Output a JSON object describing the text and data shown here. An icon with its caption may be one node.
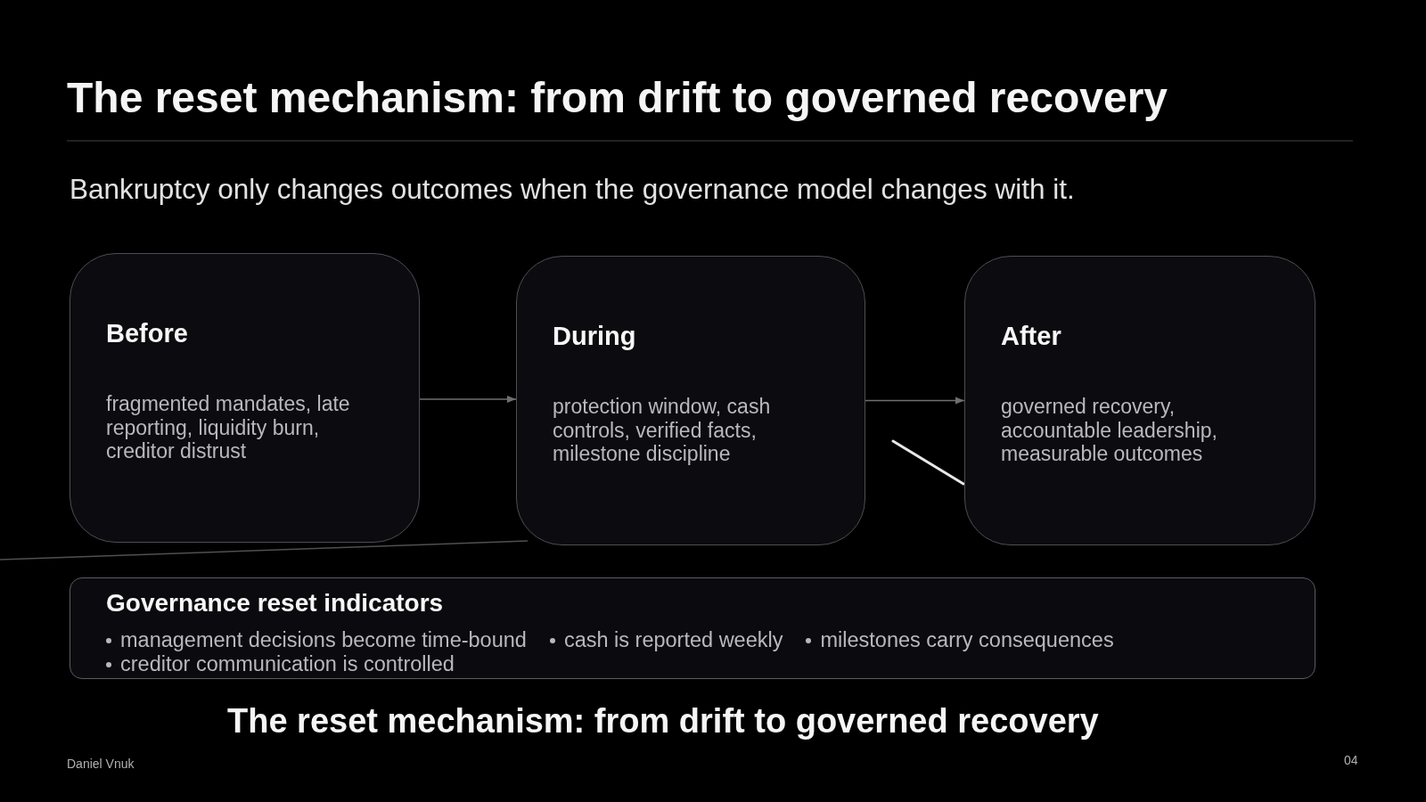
{
  "diagram": {
    "title": "The reset mechanism: from drift to governed recovery",
    "caption": "The reset mechanism: from drift to governed recovery",
    "nodes": [
      {
        "text": [
          "Before",
          "fragmented mandates, late reporting, liquidity burn, creditor distrust"
        ]
      },
      {
        "text": [
          "During",
          "protection window, cash controls, verified facts, milestone discipline"
        ]
      },
      {
        "text": [
          "After",
          "governed recovery, accountable leadership, measurable outcomes"
        ]
      },
      {
        "text": [
          "Governance reset indicators",
          "management decisions become time-bound",
          "cash is reported weekly",
          "milestones carry consequences",
          "creditor communication is controlled"
        ]
      }
    ],
    "edges": [
      {
        "from": 0,
        "to": 1,
        "arrow": "to"
      },
      {
        "from": 1,
        "to": 2,
        "arrow": "to"
      }
    ],
    "labels": [
      "Bankruptcy only changes outcomes when the governance model changes with it.",
      "Daniel Vnuk",
      "04"
    ]
  }
}
